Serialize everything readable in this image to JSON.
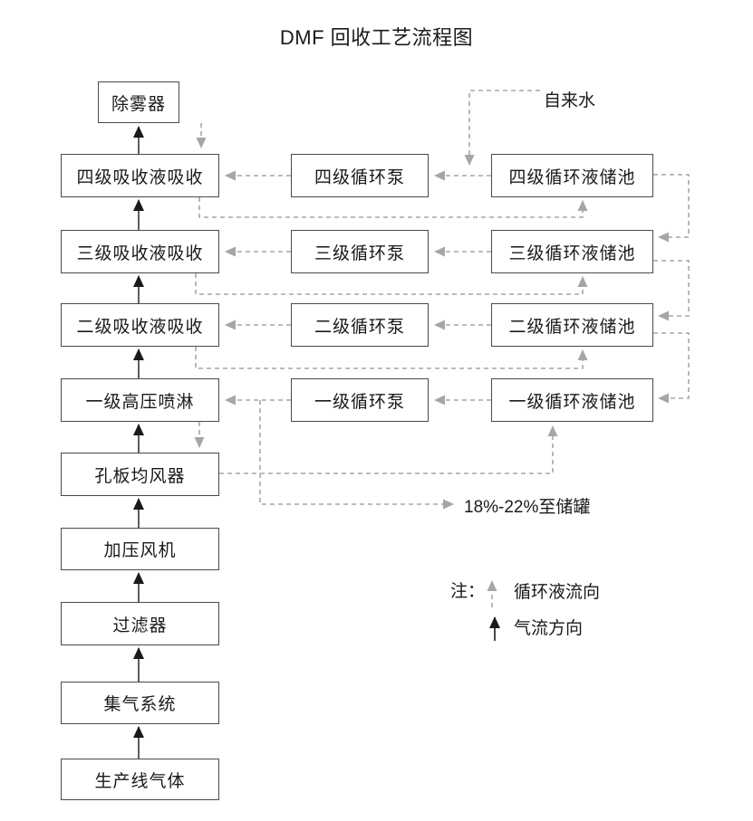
{
  "title": "DMF 回收工艺流程图",
  "nodes": {
    "demister": {
      "label": "除雾器"
    },
    "absorber4": {
      "label": "四级吸收液吸收"
    },
    "absorber3": {
      "label": "三级吸收液吸收"
    },
    "absorber2": {
      "label": "二级吸收液吸收"
    },
    "spray1": {
      "label": "一级高压喷淋"
    },
    "distributor": {
      "label": "孔板均风器"
    },
    "fan": {
      "label": "加压风机"
    },
    "filter": {
      "label": "过滤器"
    },
    "gas_collection": {
      "label": "集气系统"
    },
    "production_gas": {
      "label": "生产线气体"
    },
    "pump4": {
      "label": "四级循环泵"
    },
    "pump3": {
      "label": "三级循环泵"
    },
    "pump2": {
      "label": "二级循环泵"
    },
    "pump1": {
      "label": "一级循环泵"
    },
    "tank4": {
      "label": "四级循环液储池"
    },
    "tank3": {
      "label": "三级循环液储池"
    },
    "tank2": {
      "label": "二级循环液储池"
    },
    "tank1": {
      "label": "一级循环液储池"
    }
  },
  "annotations": {
    "tap_water": "自来水",
    "to_storage_tank": "18%-22%至储罐"
  },
  "legend": {
    "note": "注：",
    "circulating_liquid_flow": "循环液流向",
    "gas_flow_direction": "气流方向"
  },
  "edges": {
    "gas_flow_solid_black": [
      "production_gas→gas_collection",
      "gas_collection→filter",
      "filter→fan",
      "fan→distributor",
      "distributor→spray1",
      "spray1→absorber2",
      "absorber2→absorber3",
      "absorber3→absorber4",
      "absorber4→demister"
    ],
    "liquid_flow_dashed_gray": [
      "tank4→pump4",
      "pump4→absorber4",
      "tank3→pump3",
      "pump3→absorber3",
      "tank2→pump2",
      "pump2→absorber2",
      "tank1→pump1",
      "pump1→spray1",
      "absorber4→tank4",
      "absorber3→tank3",
      "absorber2→tank2",
      "spray1→distributor",
      "distributor→tank1",
      "tank4→tank3",
      "tank3→tank2",
      "tank2→tank1",
      "tap_water→pump4_line",
      "pump1_line→to_storage_tank"
    ]
  },
  "colors": {
    "dashed_line_gray": "#a6a6a6",
    "solid_line_black": "#1a1a1a",
    "box_border": "#4a4a4a",
    "background": "#ffffff"
  }
}
